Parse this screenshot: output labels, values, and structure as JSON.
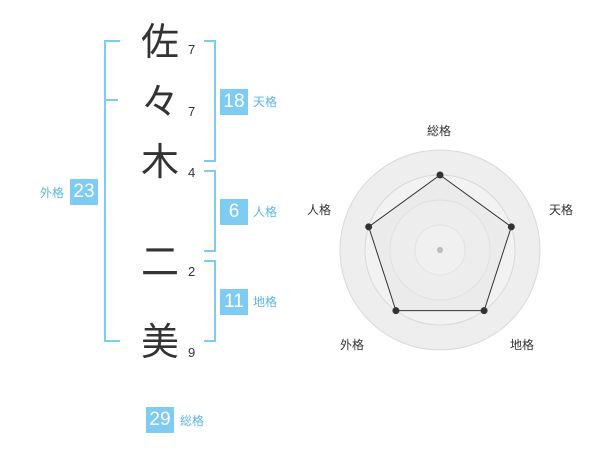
{
  "name_chars": [
    {
      "char": "佐",
      "strokes": "7"
    },
    {
      "char": "々",
      "strokes": "7"
    },
    {
      "char": "木",
      "strokes": "4"
    },
    {
      "char": "二",
      "strokes": "2"
    },
    {
      "char": "美",
      "strokes": "9"
    }
  ],
  "scores": {
    "tenkaku": {
      "value": "18",
      "label": "天格"
    },
    "jinkaku": {
      "value": "6",
      "label": "人格"
    },
    "chikaku": {
      "value": "11",
      "label": "地格"
    },
    "gaikaku": {
      "value": "23",
      "label": "外格"
    },
    "soukaku": {
      "value": "29",
      "label": "総格"
    }
  },
  "colors": {
    "accent": "#7ecbf4",
    "label": "#5ab4ea",
    "text": "#333333"
  },
  "chart_data": {
    "type": "radar",
    "axes": [
      "総格",
      "天格",
      "地格",
      "外格",
      "人格"
    ],
    "values": [
      0.75,
      0.75,
      0.75,
      0.75,
      0.75
    ],
    "rings": 4,
    "grid": true,
    "center_marker": true
  }
}
